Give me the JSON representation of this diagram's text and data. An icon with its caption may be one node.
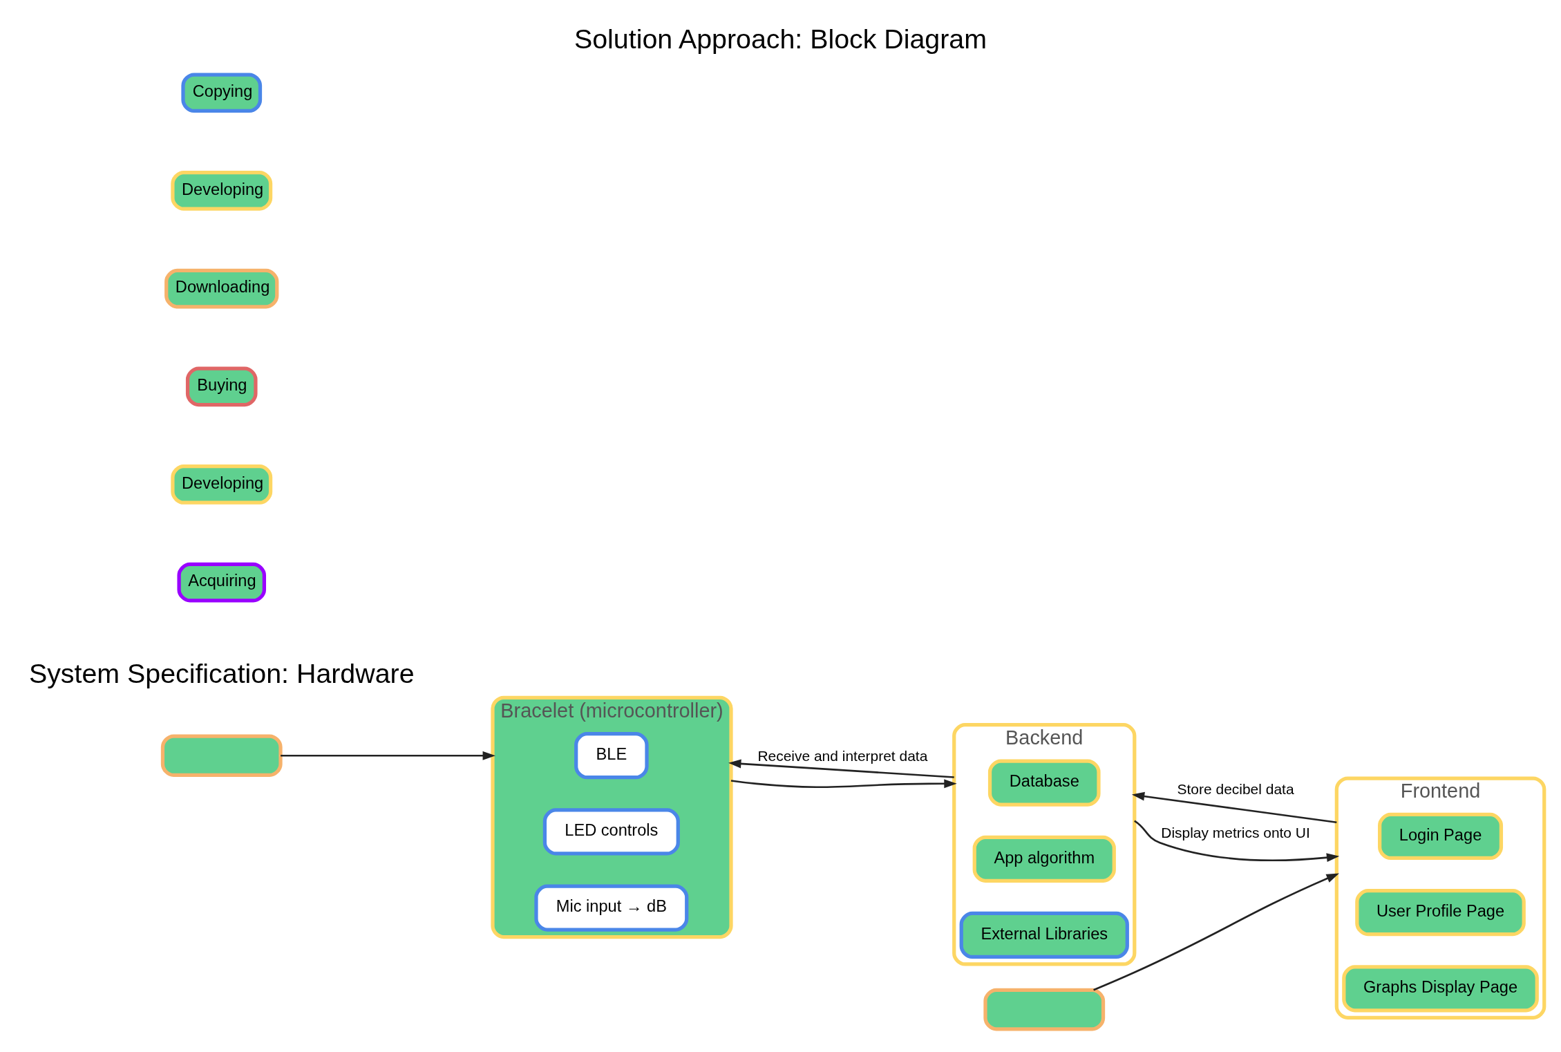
{
  "diagram": {
    "title": "Solution Approach: Block Diagram",
    "nodes": [
      {
        "text": [],
        "shape": "box"
      },
      {
        "text": [
          "Bracelet (microcontroller)"
        ]
      },
      {
        "text": [
          "BLE"
        ],
        "in": 1
      },
      {
        "text": [
          "LED controls"
        ],
        "in": 1
      },
      {
        "text": [
          "Mic input → dB"
        ],
        "in": 1
      },
      {
        "text": [
          "Backend"
        ]
      },
      {
        "text": [
          "Database"
        ],
        "in": 5
      },
      {
        "text": [
          "App algorithm"
        ],
        "in": 5
      },
      {
        "text": [
          "External Libraries"
        ],
        "in": 5
      },
      {
        "text": [
          "Frontend"
        ]
      },
      {
        "text": [
          "Login Page"
        ],
        "in": 9
      },
      {
        "text": [
          "User Profile Page"
        ],
        "in": 9
      },
      {
        "text": [
          "Graphs Display Page"
        ],
        "in": 9
      },
      {
        "text": [],
        "shape": "box"
      }
    ],
    "edges": [
      {
        "from": 0,
        "to": 1,
        "arrow": "to"
      },
      {
        "from": 5,
        "to": 1,
        "arrow": "to",
        "label": "Receive and interpret data"
      },
      {
        "from": 1,
        "to": 5,
        "arrow": "to"
      },
      {
        "from": 9,
        "to": 5,
        "arrow": "to",
        "label": "Store decibel data"
      },
      {
        "from": 5,
        "to": 9,
        "arrow": "to",
        "label": "Display metrics onto UI"
      },
      {
        "from": 13,
        "to": 9,
        "arrow": "to"
      }
    ],
    "labels": [
      "System Specification: Hardware"
    ],
    "legend": [
      {
        "text": "Copying",
        "color": "#4a86e8"
      },
      {
        "text": "Developing",
        "color": "#fdd663"
      },
      {
        "text": "Downloading",
        "color": "#f6b26b"
      },
      {
        "text": "Buying",
        "color": "#e06666"
      },
      {
        "text": "Developing",
        "color": "#fdd663"
      },
      {
        "text": "Acquiring",
        "color": "#9900ff"
      }
    ]
  }
}
